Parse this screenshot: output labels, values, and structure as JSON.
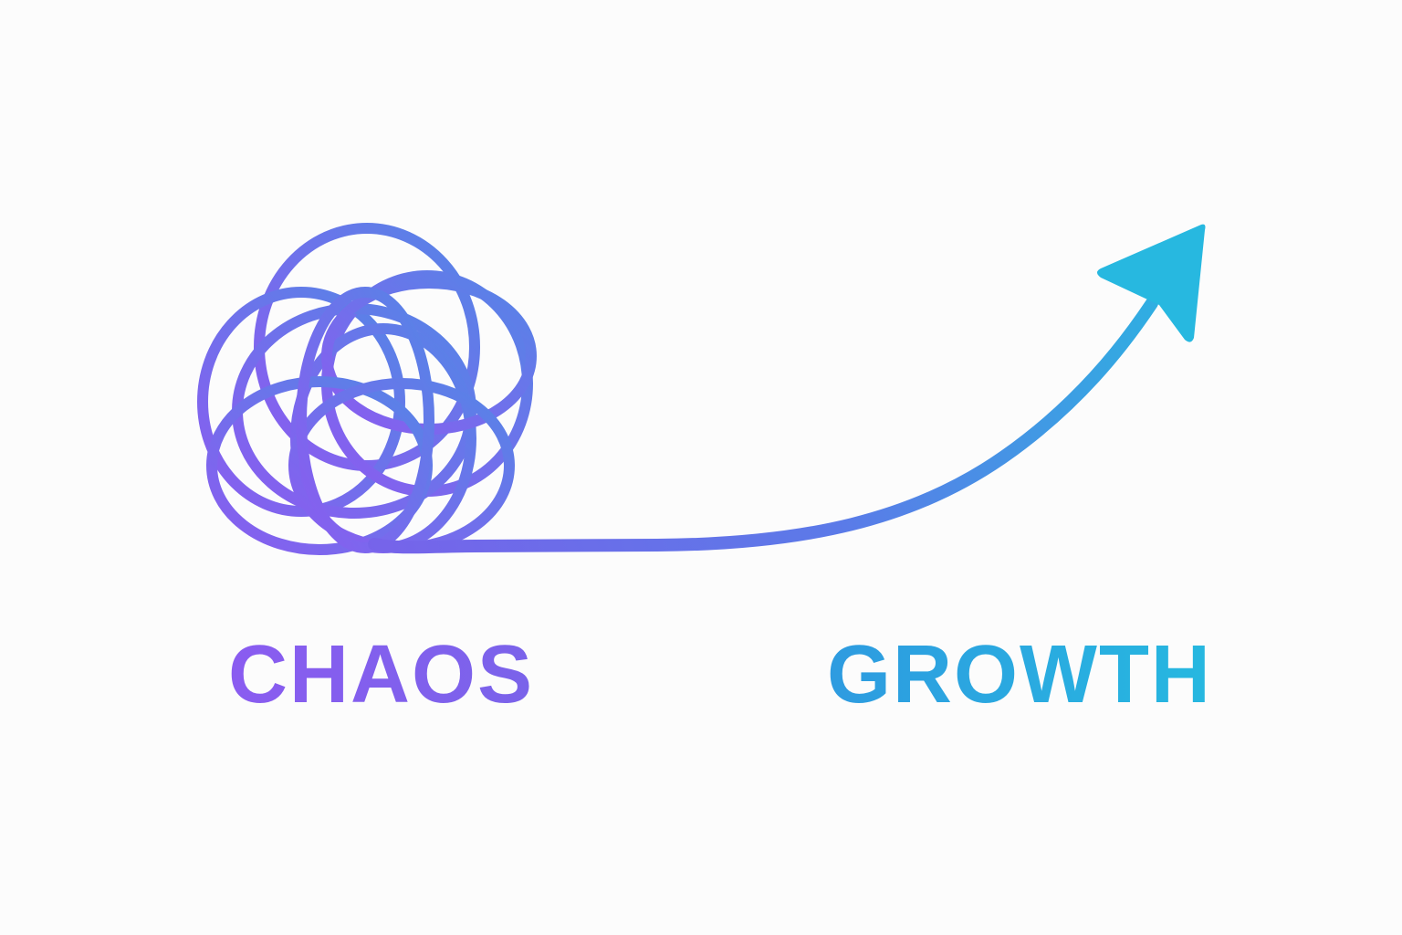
{
  "diagram": {
    "labels": {
      "start": "CHAOS",
      "end": "GROWTH"
    },
    "colors": {
      "background": "#fcfcfc",
      "chaos": "#8a5cf0",
      "mid": "#5b7be8",
      "growth": "#26b8e0"
    },
    "elements": {
      "tangle": "tangled-scribble-icon",
      "path": "upward-curve-arrow",
      "arrowhead": "arrowhead-icon"
    }
  }
}
